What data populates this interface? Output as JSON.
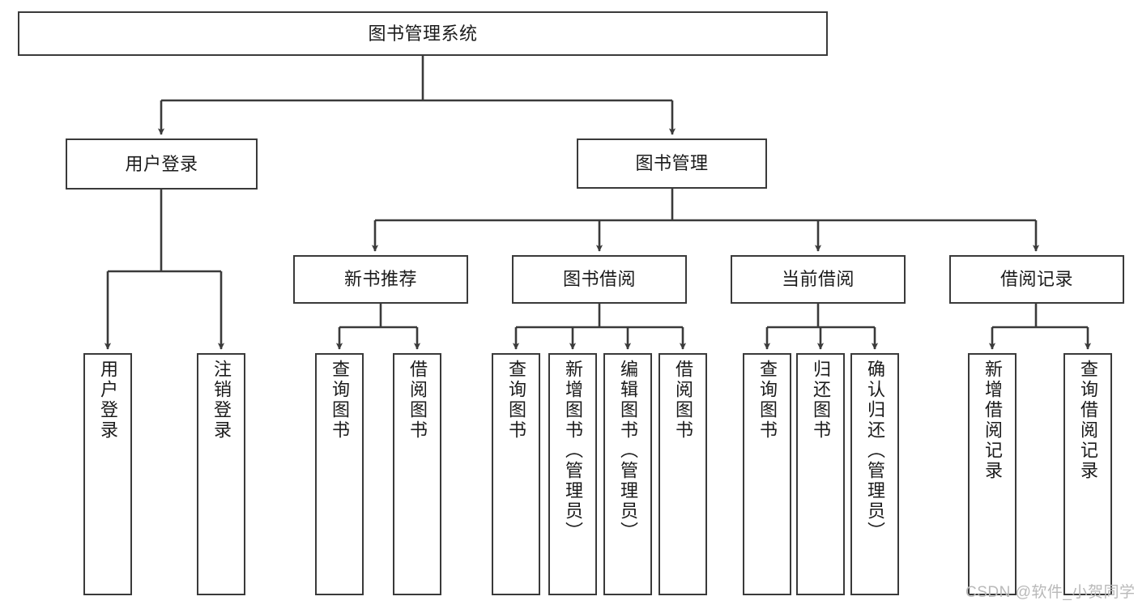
{
  "diagram": {
    "title": "图书管理系统",
    "type": "tree-hierarchy-diagram",
    "colors": {
      "stroke": "#3a3a3a",
      "fill": "#ffffff",
      "text": "#1b1b1b",
      "watermark": "#b9b9b9"
    },
    "root": {
      "label": "图书管理系统"
    },
    "level1": [
      {
        "label": "用户登录"
      },
      {
        "label": "图书管理"
      }
    ],
    "level2": [
      {
        "label": "新书推荐"
      },
      {
        "label": "图书借阅"
      },
      {
        "label": "当前借阅"
      },
      {
        "label": "借阅记录"
      }
    ],
    "leaves": {
      "user_login": [
        {
          "label": "用户登录"
        },
        {
          "label": "注销登录"
        }
      ],
      "new_book_recommend": [
        {
          "label": "查询图书"
        },
        {
          "label": "借阅图书"
        }
      ],
      "book_borrow": [
        {
          "label": "查询图书"
        },
        {
          "label": "新增图书（管理员）"
        },
        {
          "label": "编辑图书（管理员）"
        },
        {
          "label": "借阅图书"
        }
      ],
      "current_borrow": [
        {
          "label": "查询图书"
        },
        {
          "label": "归还图书"
        },
        {
          "label": "确认归还（管理员）"
        }
      ],
      "borrow_record": [
        {
          "label": "新增借阅记录"
        },
        {
          "label": "查询借阅记录"
        }
      ]
    }
  },
  "watermark": {
    "text": "CSDN @软件_小贺同学"
  }
}
